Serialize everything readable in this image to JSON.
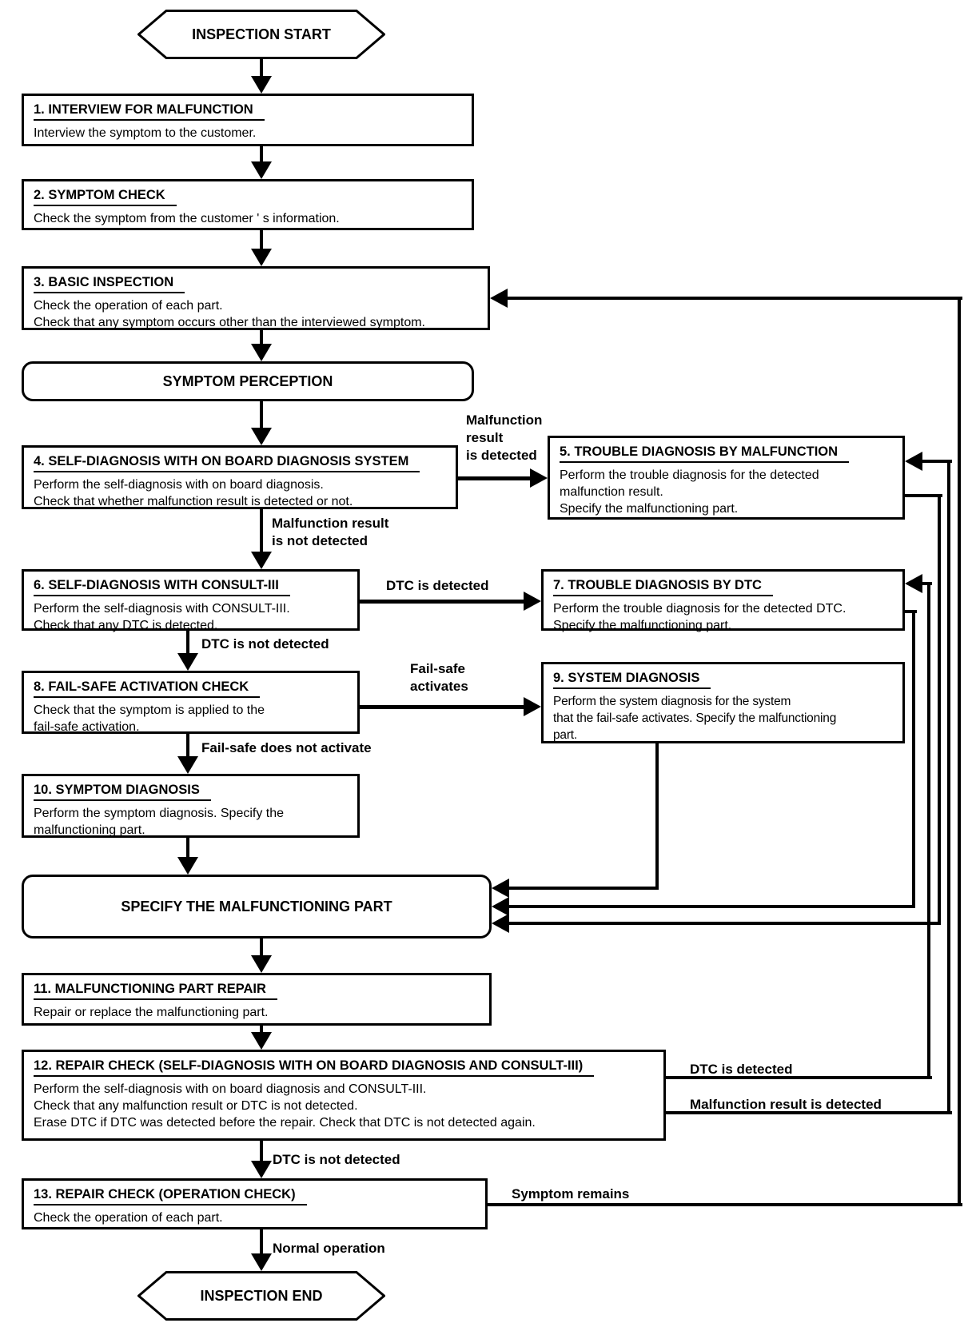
{
  "terminals": {
    "start": "INSPECTION START",
    "symptom_perception": "SYMPTOM PERCEPTION",
    "specify": "SPECIFY THE MALFUNCTIONING PART",
    "end": "INSPECTION END"
  },
  "steps": [
    {
      "title": "1. INTERVIEW FOR MALFUNCTION",
      "lines": [
        "Interview the symptom to the customer."
      ]
    },
    {
      "title": "2. SYMPTOM CHECK",
      "lines": [
        "Check the symptom from the customer ' s information."
      ]
    },
    {
      "title": "3. BASIC INSPECTION",
      "lines": [
        "Check the operation of each part.",
        "Check that any symptom occurs other than the interviewed symptom."
      ]
    },
    {
      "title": "4. SELF-DIAGNOSIS WITH ON BOARD DIAGNOSIS SYSTEM",
      "lines": [
        "Perform the self-diagnosis with on board diagnosis.",
        "Check that whether malfunction result is detected or not."
      ]
    },
    {
      "title": "5. TROUBLE DIAGNOSIS BY MALFUNCTION",
      "lines": [
        "Perform the trouble diagnosis for the detected",
        "malfunction result.",
        "Specify the malfunctioning part."
      ]
    },
    {
      "title": "6. SELF-DIAGNOSIS WITH CONSULT-III",
      "lines": [
        "Perform the self-diagnosis with CONSULT-III.",
        "Check that any DTC is detected."
      ]
    },
    {
      "title": "7. TROUBLE DIAGNOSIS BY DTC",
      "lines": [
        "Perform the trouble diagnosis for the detected DTC.",
        "Specify the malfunctioning part."
      ]
    },
    {
      "title": "8. FAIL-SAFE ACTIVATION CHECK",
      "lines": [
        "Check that the symptom is applied to the",
        "fail-safe activation."
      ]
    },
    {
      "title": "9. SYSTEM DIAGNOSIS",
      "lines": [
        "Perform the system diagnosis for the system",
        "that the fail-safe activates. Specify the malfunctioning",
        "part."
      ]
    },
    {
      "title": "10. SYMPTOM DIAGNOSIS",
      "lines": [
        "Perform the symptom diagnosis. Specify the",
        "malfunctioning part."
      ]
    },
    {
      "title": "11. MALFUNCTIONING PART REPAIR",
      "lines": [
        "Repair or replace the malfunctioning part."
      ]
    },
    {
      "title": "12. REPAIR CHECK (SELF-DIAGNOSIS WITH ON BOARD DIAGNOSIS AND CONSULT-III)",
      "lines": [
        "Perform the self-diagnosis with on board diagnosis and CONSULT-III.",
        "Check that any malfunction result or DTC is not detected.",
        "Erase DTC if DTC was detected before the repair. Check that DTC is not detected again."
      ]
    },
    {
      "title": "13. REPAIR CHECK (OPERATION CHECK)",
      "lines": [
        "Check the operation of each part."
      ]
    }
  ],
  "edge_labels": {
    "malfunction_result_is_detected": "Malfunction\nresult\nis detected",
    "malfunction_result_is_not_detected": "Malfunction result\nis not detected",
    "dtc_is_detected": "DTC is detected",
    "dtc_is_not_detected": "DTC is not detected",
    "fail_safe_activates": "Fail-safe\nactivates",
    "fail_safe_does_not_activate": "Fail-safe does not activate",
    "repair_dtc_is_detected": "DTC is detected",
    "repair_malfunction_result_is_detected": "Malfunction result is detected",
    "repair_dtc_is_not_detected": "DTC is not detected",
    "symptom_remains": "Symptom remains",
    "normal_operation": "Normal operation"
  },
  "colors": {
    "line": "#000000",
    "background": "#ffffff"
  }
}
